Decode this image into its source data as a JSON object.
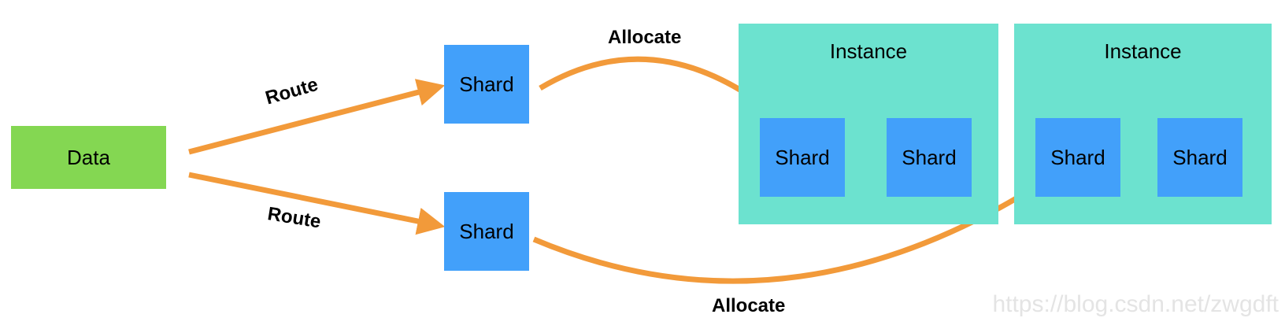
{
  "nodes": {
    "data": "Data",
    "shard_top": "Shard",
    "shard_bottom": "Shard",
    "instance_1": {
      "title": "Instance",
      "shards": [
        "Shard",
        "Shard"
      ]
    },
    "instance_2": {
      "title": "Instance",
      "shards": [
        "Shard",
        "Shard"
      ]
    }
  },
  "edges": {
    "route_top": "Route",
    "route_bottom": "Route",
    "allocate_top": "Allocate",
    "allocate_bottom": "Allocate"
  },
  "watermark": "https://blog.csdn.net/zwgdft",
  "colors": {
    "data_box": "#84d752",
    "shard": "#42a0fa",
    "instance": "#6ce2cf",
    "arrow": "#f29a3a"
  }
}
